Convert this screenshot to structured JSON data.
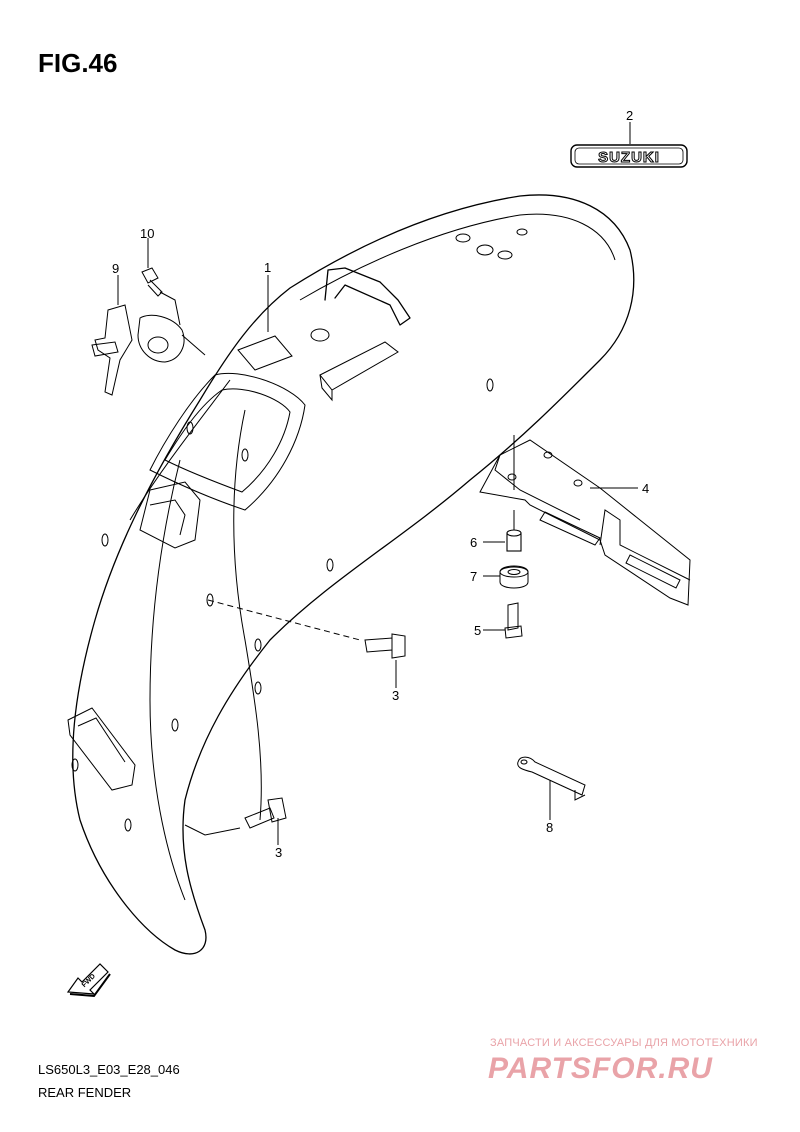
{
  "figure": {
    "title": "FIG.46",
    "model_code": "LS650L3_E03_E28_046",
    "section_name": "REAR FENDER"
  },
  "emblem_text": "SUZUKI",
  "direction_badge": "FWD",
  "callouts": [
    "1",
    "2",
    "3",
    "3",
    "4",
    "5",
    "6",
    "7",
    "8",
    "9",
    "10"
  ],
  "watermark": {
    "tagline": "ЗАПЧАСТИ И АКСЕССУАРЫ ДЛЯ МОТОТЕХНИКИ",
    "logo": "PARTSFOR.RU",
    "color": "#e9a3a8"
  }
}
